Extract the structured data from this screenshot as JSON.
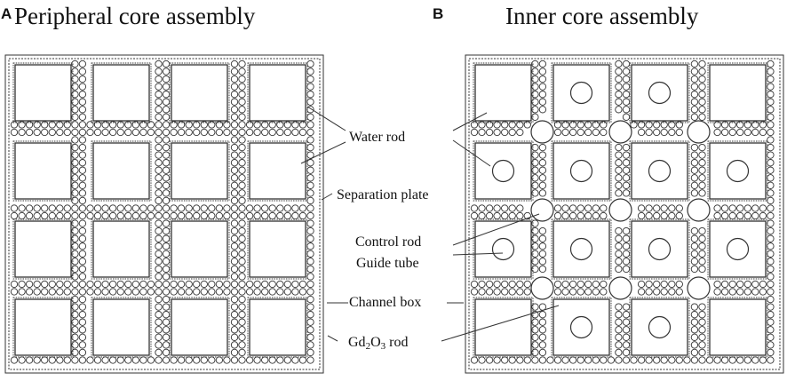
{
  "panels": [
    {
      "letter": "A",
      "title": "Peripheral core assembly",
      "lattice_size": 4,
      "center_circles": [
        [
          false,
          false,
          false,
          false
        ],
        [
          false,
          false,
          false,
          false
        ],
        [
          false,
          false,
          false,
          false
        ],
        [
          false,
          false,
          false,
          false
        ]
      ],
      "control_rods": 0
    },
    {
      "letter": "B",
      "title": "Inner core assembly",
      "lattice_size": 4,
      "center_circles": [
        [
          false,
          true,
          true,
          false
        ],
        [
          true,
          true,
          true,
          true
        ],
        [
          true,
          true,
          true,
          true
        ],
        [
          false,
          true,
          true,
          false
        ]
      ],
      "control_rods": 9
    }
  ],
  "labels": {
    "water_rod": "Water rod",
    "separation_plate": "Separation plate",
    "control_rod": "Control rod",
    "guide_tube": "Guide tube",
    "channel_box": "Channel box",
    "gd2o3_prefix": "Gd",
    "gd2o3_sub1": "2",
    "gd2o3_mid": "O",
    "gd2o3_sub2": "3",
    "gd2o3_suffix": " rod"
  },
  "colors": {
    "stroke": "#333333",
    "background": "#ffffff"
  }
}
